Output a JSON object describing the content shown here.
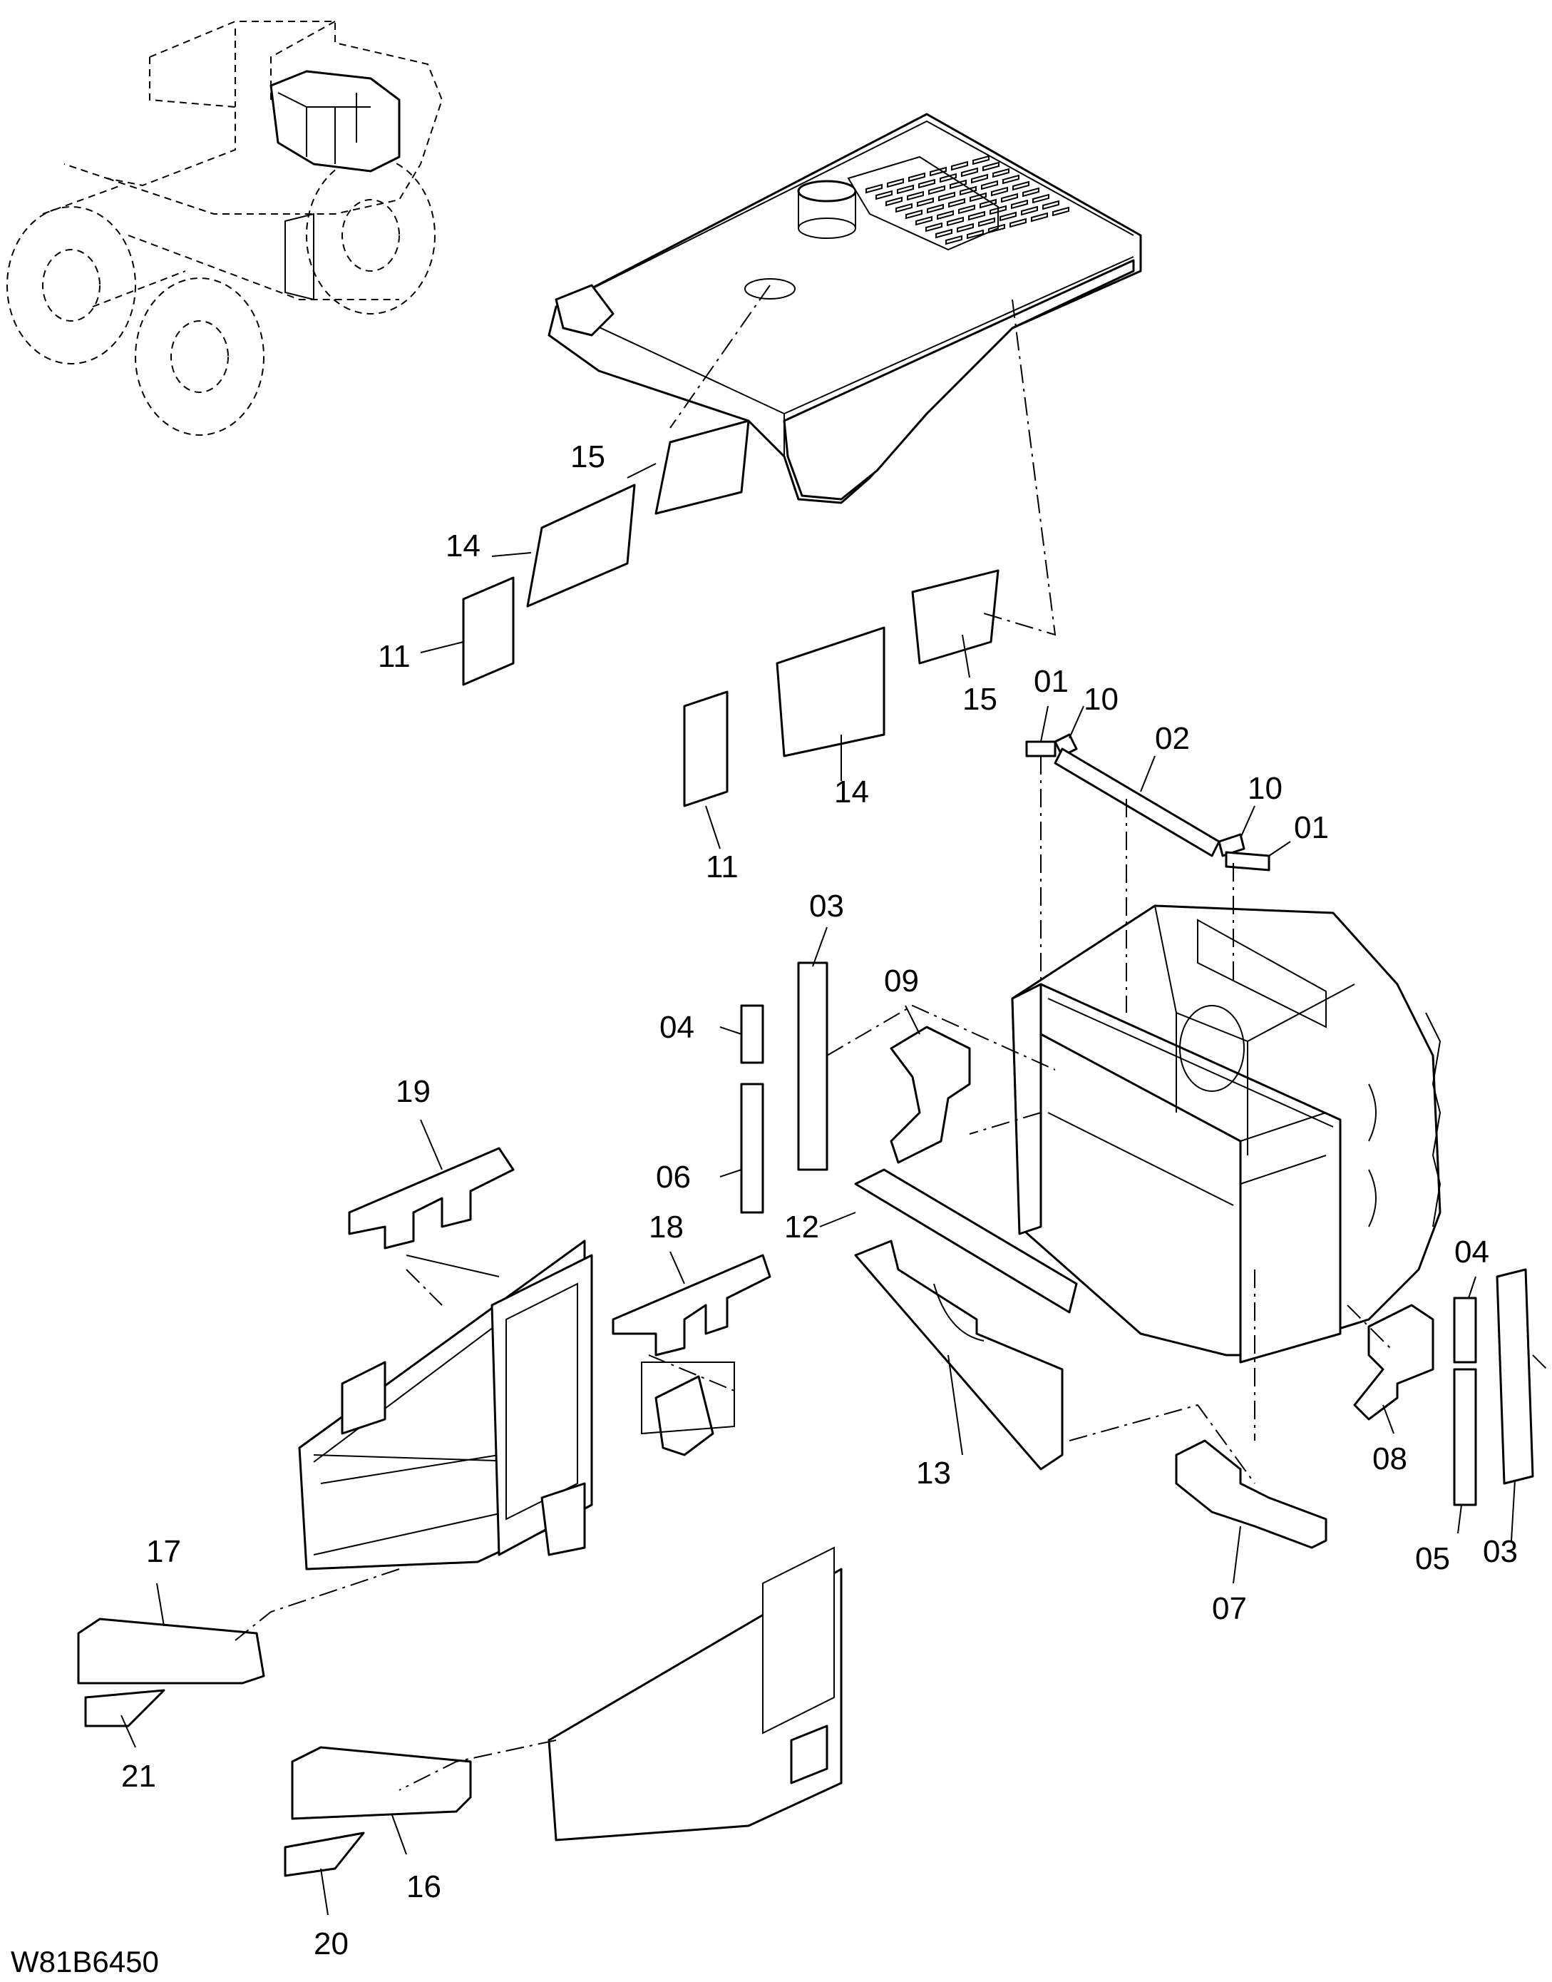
{
  "drawing_code": "W81B6450",
  "labels": {
    "l15a": "15",
    "l14a": "14",
    "l11a": "11",
    "l15b": "15",
    "l14b": "14",
    "l11b": "11",
    "l01a": "01",
    "l10a": "10",
    "l02": "02",
    "l10b": "10",
    "l01b": "01",
    "l03a": "03",
    "l04a": "04",
    "l09": "09",
    "l06": "06",
    "l19": "19",
    "l18": "18",
    "l12": "12",
    "l13": "13",
    "l04b": "04",
    "l08": "08",
    "l05": "05",
    "l03b": "03",
    "l07": "07",
    "l17": "17",
    "l21": "21",
    "l16": "16",
    "l20": "20"
  }
}
